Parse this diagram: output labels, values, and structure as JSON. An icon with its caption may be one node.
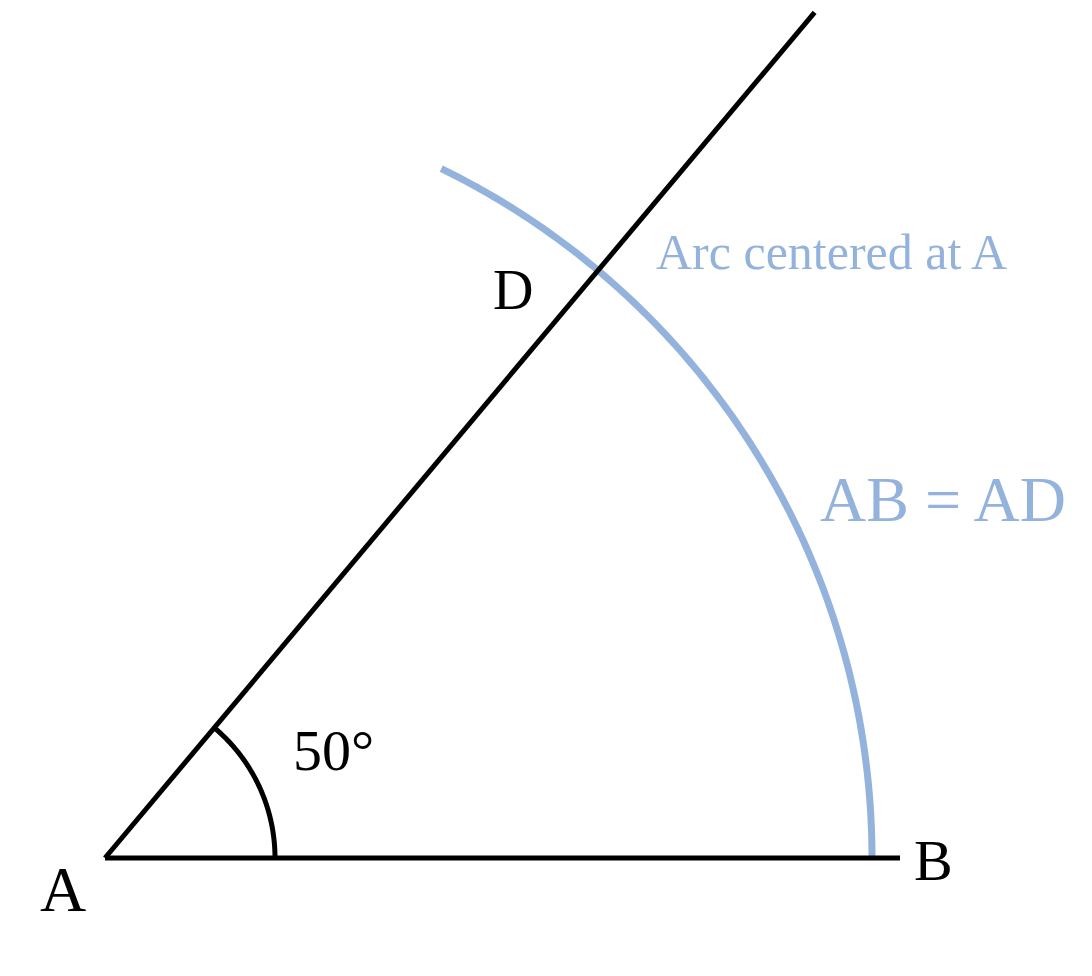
{
  "diagram": {
    "labels": [
      "D",
      "Arc centered at A",
      "AB = AD",
      "50°",
      "A",
      "B"
    ]
  }
}
